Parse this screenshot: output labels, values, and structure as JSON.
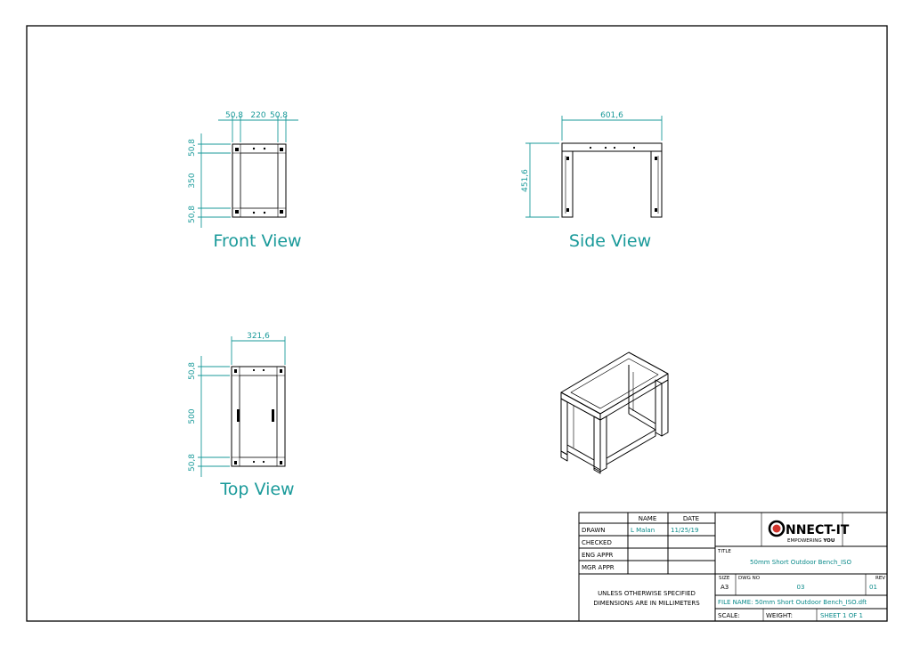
{
  "views": {
    "front": {
      "label": "Front View",
      "dims": {
        "w_left": "50,8",
        "w_mid": "220",
        "w_right": "50,8",
        "h_top": "50,8",
        "h_mid": "350",
        "h_bot": "50,8"
      }
    },
    "side": {
      "label": "Side View",
      "dims": {
        "width": "601,6",
        "height": "451,6"
      }
    },
    "top": {
      "label": "Top View",
      "dims": {
        "width": "321,6",
        "h_top": "50,8",
        "h_mid": "500",
        "h_bot": "50,8"
      }
    }
  },
  "title_block": {
    "headers": {
      "name": "NAME",
      "date": "DATE"
    },
    "rows": [
      {
        "label": "DRAWN",
        "name": "L Malan",
        "date": "11/25/19"
      },
      {
        "label": "CHECKED",
        "name": "",
        "date": ""
      },
      {
        "label": "ENG APPR",
        "name": "",
        "date": ""
      },
      {
        "label": "MGR APPR",
        "name": "",
        "date": ""
      }
    ],
    "note_line1": "UNLESS OTHERWISE SPECIFIED",
    "note_line2": "DIMENSIONS ARE IN MILLIMETERS",
    "logo_text": "NNECT-IT",
    "logo_tagline_a": "EMPOWERING ",
    "logo_tagline_b": "YOU",
    "title_label": "TITLE",
    "title": "50mm Short Outdoor Bench_ISO",
    "size_label": "SIZE",
    "size": "A3",
    "dwg_label": "DWG NO",
    "dwg_no": "03",
    "rev_label": "REV",
    "rev": "01",
    "file_name": "FILE NAME: 50mm Short Outdoor Bench_ISO.dft",
    "scale_label": "SCALE:",
    "weight_label": "WEIGHT:",
    "sheet": "SHEET 1 OF 1"
  },
  "colors": {
    "dimension": "#1a9a9a",
    "line": "#000000",
    "logo_red": "#d0342c"
  }
}
